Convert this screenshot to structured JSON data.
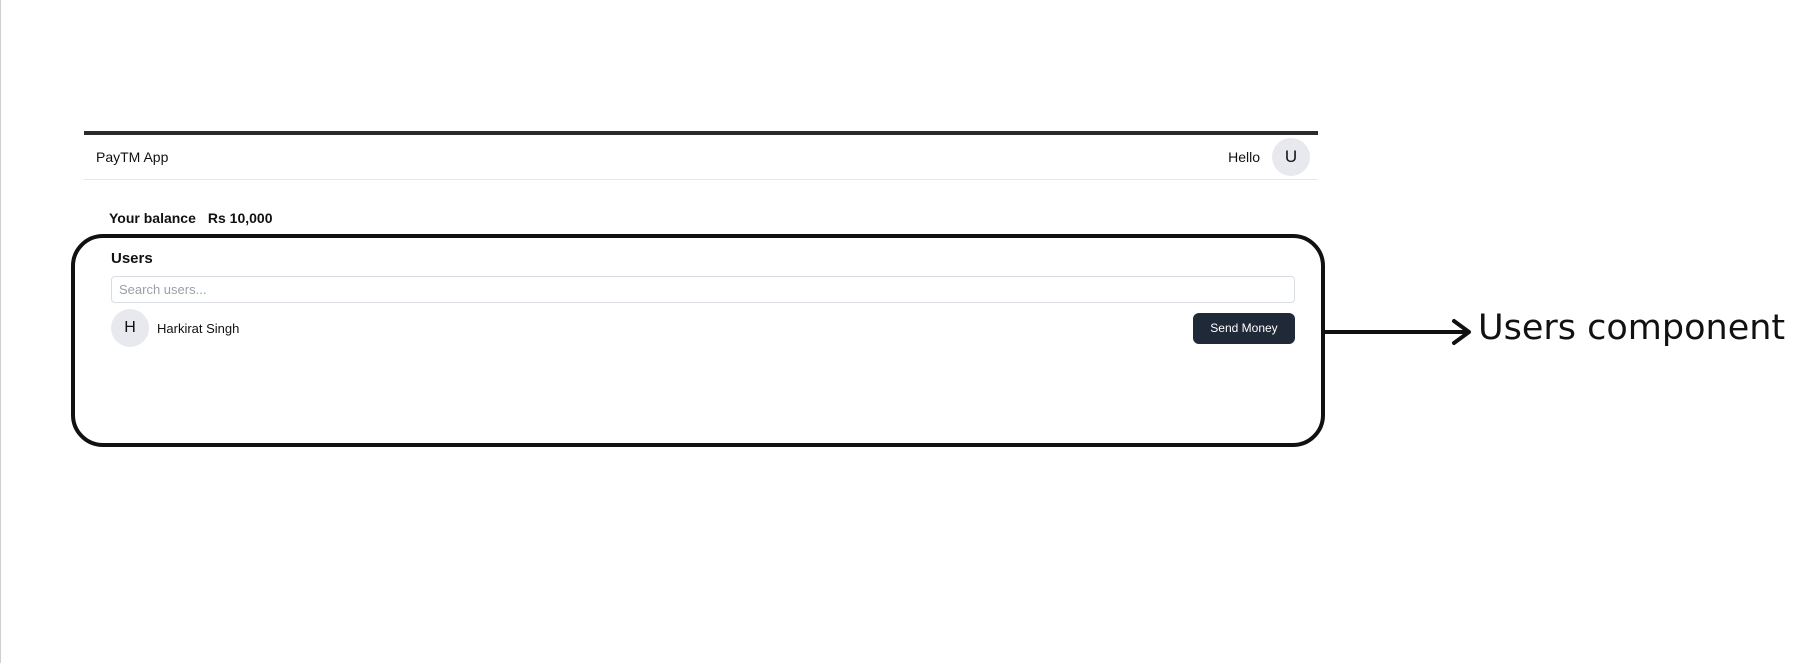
{
  "app": {
    "title": "PayTM App",
    "greeting": "Hello",
    "user_initial": "U"
  },
  "balance": {
    "label": "Your balance",
    "value": "Rs 10,000"
  },
  "users": {
    "title": "Users",
    "search_placeholder": "Search users...",
    "items": [
      {
        "initial": "H",
        "name": "Harkirat Singh",
        "button_label": "Send Money"
      }
    ]
  },
  "annotation": {
    "label": "Users component"
  },
  "colors": {
    "button_background": "#1f2937",
    "avatar_background": "#e7e9ef",
    "annotation_stroke": "#111111"
  },
  "icons": {
    "user_avatar": "avatar",
    "callout_arrow": "arrow-right-icon"
  }
}
